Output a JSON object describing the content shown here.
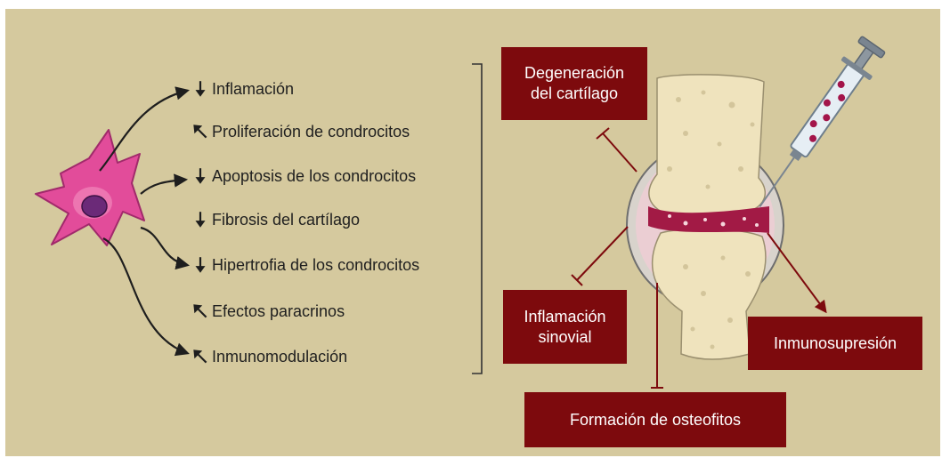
{
  "effects": [
    {
      "label": "Inflamación",
      "direction": "down"
    },
    {
      "label": "Proliferación de condrocitos",
      "direction": "up"
    },
    {
      "label": "Apoptosis de los condrocitos",
      "direction": "down"
    },
    {
      "label": "Fibrosis del cartílago",
      "direction": "down"
    },
    {
      "label": "Hipertrofia de los condrocitos",
      "direction": "down"
    },
    {
      "label": "Efectos paracrinos",
      "direction": "up"
    },
    {
      "label": "Inmunomodulación",
      "direction": "up"
    }
  ],
  "boxes": {
    "cartilage": {
      "line1": "Degeneración",
      "line2": "del cartílago"
    },
    "synovial": {
      "line1": "Inflamación",
      "line2": "sinovial"
    },
    "osteophytes": {
      "line1": "Formación de osteofitos"
    },
    "immuno": {
      "line1": "Inmunosupresión"
    }
  },
  "colors": {
    "panel_background": "#d5c99e",
    "box_fill": "#7d0a0d",
    "cell_pink": "#e24c9a",
    "cell_nucleus": "#6b2a78",
    "bone": "#efe3bd",
    "synovium": "#a21a45"
  },
  "icons": {
    "down": "arrow-down-icon",
    "up": "arrow-up-left-icon"
  }
}
